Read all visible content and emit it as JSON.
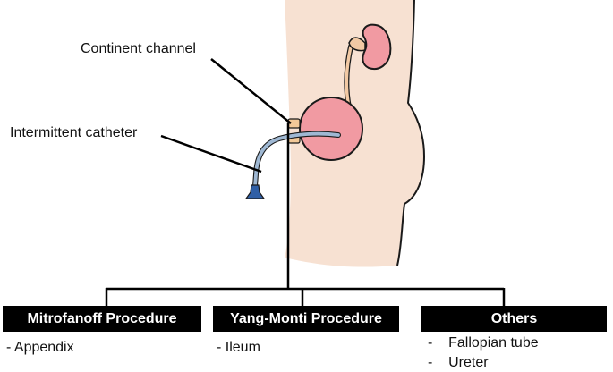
{
  "callouts": {
    "continent_channel": "Continent channel",
    "intermittent_catheter": "Intermittent catheter"
  },
  "procedures": [
    {
      "title": "Mitrofanoff Procedure",
      "items": [
        "- Appendix"
      ]
    },
    {
      "title": "Yang-Monti Procedure",
      "items": [
        "- Ileum"
      ]
    },
    {
      "title": "Others",
      "items": [
        "-    Fallopian tube",
        "-    Ureter"
      ]
    }
  ],
  "colors": {
    "skin": "#f7e1d2",
    "organ": "#f19aa2",
    "organ_outline": "#1a1a1a",
    "ureter": "#f2c9a4",
    "stoma": "#f2c898",
    "catheter": "#9fb8d3",
    "catheter_tip": "#2f5fa6",
    "box_fill": "#000000",
    "box_text": "#ffffff"
  }
}
